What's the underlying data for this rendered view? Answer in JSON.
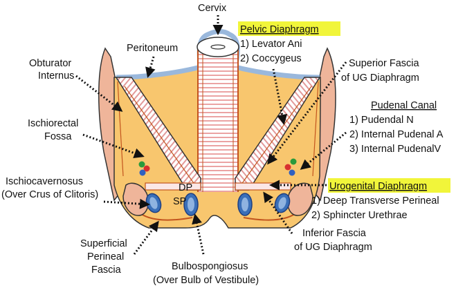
{
  "labels": {
    "cervix": "Cervix",
    "pelvic_diaphragm": "Pelvic Diaphragm",
    "pelvic_1": "1)  Levator Ani",
    "pelvic_2": "2)  Coccygeus",
    "peritoneum": "Peritoneum",
    "obturator_1": "Obturator",
    "obturator_2": "Internus",
    "superior_fascia_1": "Superior Fascia",
    "superior_fascia_2": "of UG Diaphragm",
    "ischiorectal_1": "Ischiorectal",
    "ischiorectal_2": "Fossa",
    "pudendal_canal": "Pudenal Canal",
    "pudendal_1": "1)  Pudendal N",
    "pudendal_2": "2)  Internal Pudenal A",
    "pudendal_3": "3)  Internal PudenalV",
    "ischiocav_1": "Ischiocavernosus",
    "ischiocav_2": "(Over Crus of Clitoris)",
    "dp": "DP",
    "sp": "SP",
    "urogenital": "Urogenital Diaphragm",
    "urogenital_1": "1)  Deep Transverse Perineal",
    "urogenital_2": "2)  Sphincter Urethrae",
    "inferior_fascia_1": "Inferior Fascia",
    "inferior_fascia_2": "of UG Diaphragm",
    "superficial_1": "Superficial",
    "superficial_2": "Perineal",
    "superficial_3": "Fascia",
    "bulbo_1": "Bulbospongiosus",
    "bulbo_2": "(Over Bulb of Vestibule)"
  },
  "colors": {
    "fat": "#f8c66e",
    "bone": "#efb59a",
    "peritoneum": "#9ab8dc",
    "muscle_stripe": "#e8a0a0",
    "fascia": "#c2541e",
    "highlight": "#f1f53a",
    "nerve": "#2a9a3c",
    "artery": "#d83030",
    "vein": "#3060c0"
  }
}
